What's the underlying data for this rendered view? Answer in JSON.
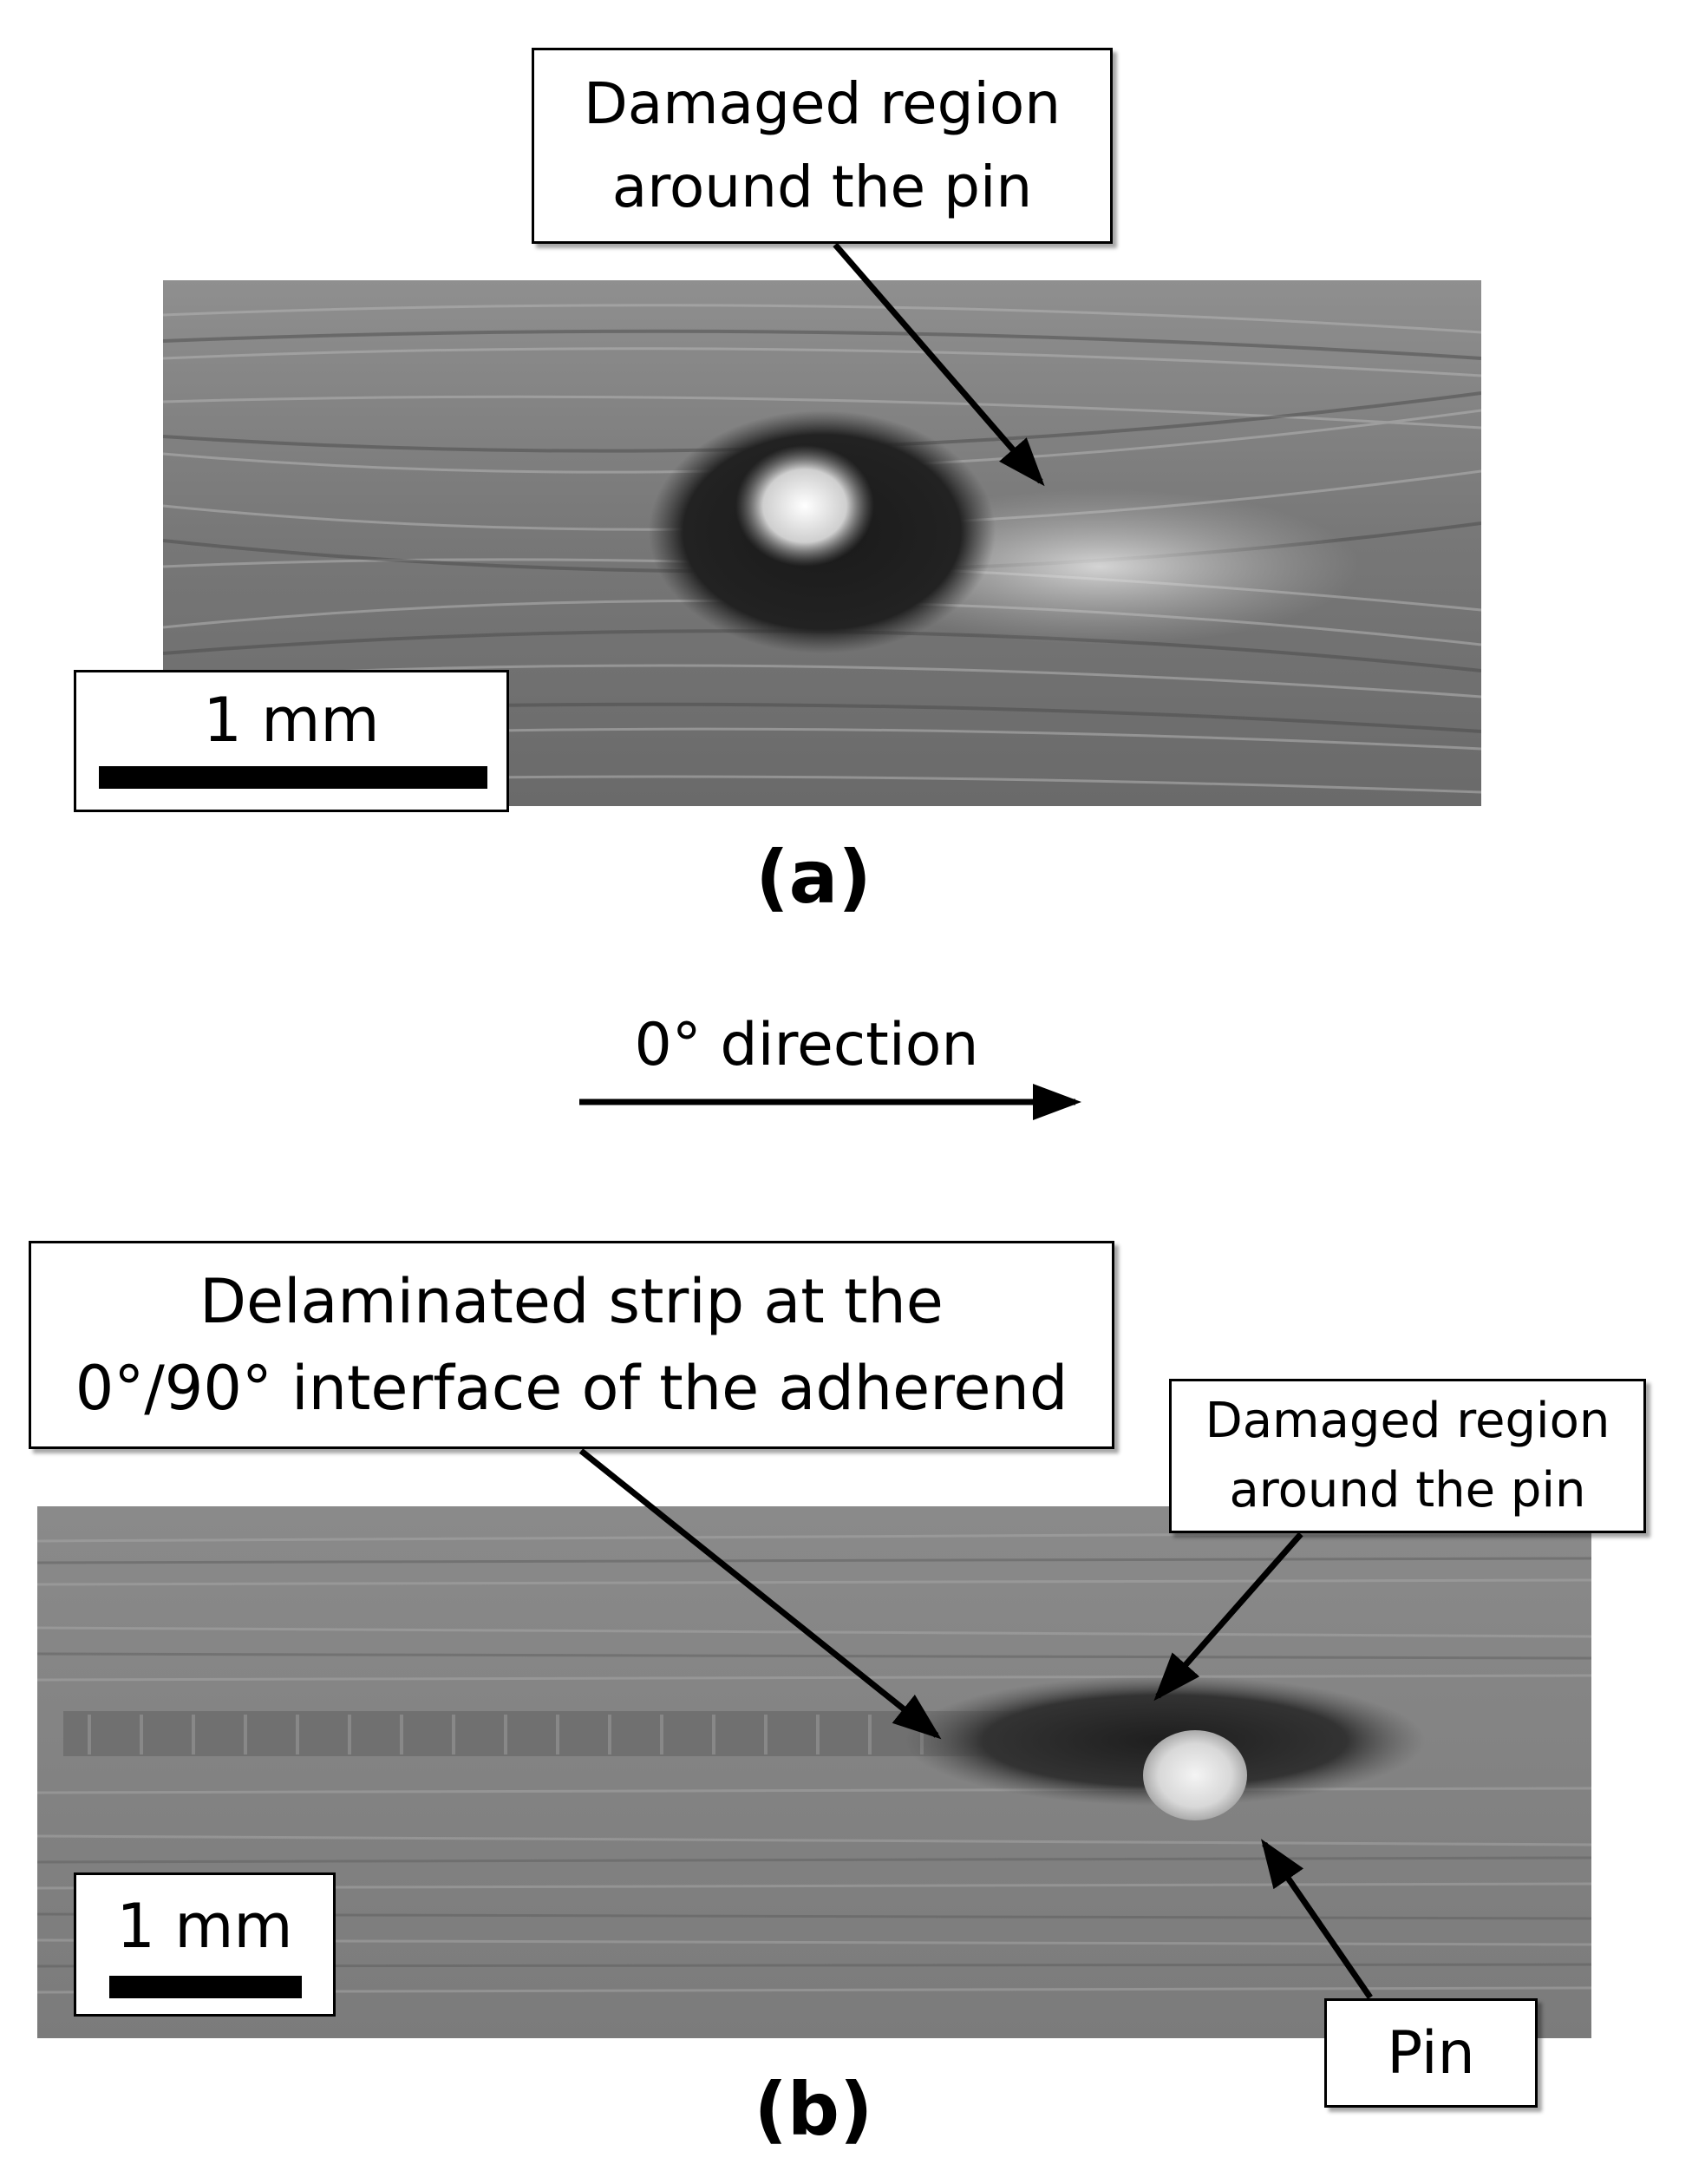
{
  "panel_a": {
    "callout": "Damaged region around the pin",
    "callout_lines": [
      "Damaged region",
      "around the pin"
    ],
    "scale_bar": "1 mm",
    "label": "(a)"
  },
  "direction": {
    "label": "0° direction"
  },
  "panel_b": {
    "strip_callout_lines": [
      "Delaminated strip at the",
      "0°/90° interface of the adherend"
    ],
    "damage_callout_lines": [
      "Damaged region",
      "around the pin"
    ],
    "pin_callout": "Pin",
    "scale_bar": "1 mm",
    "label": "(b)"
  }
}
